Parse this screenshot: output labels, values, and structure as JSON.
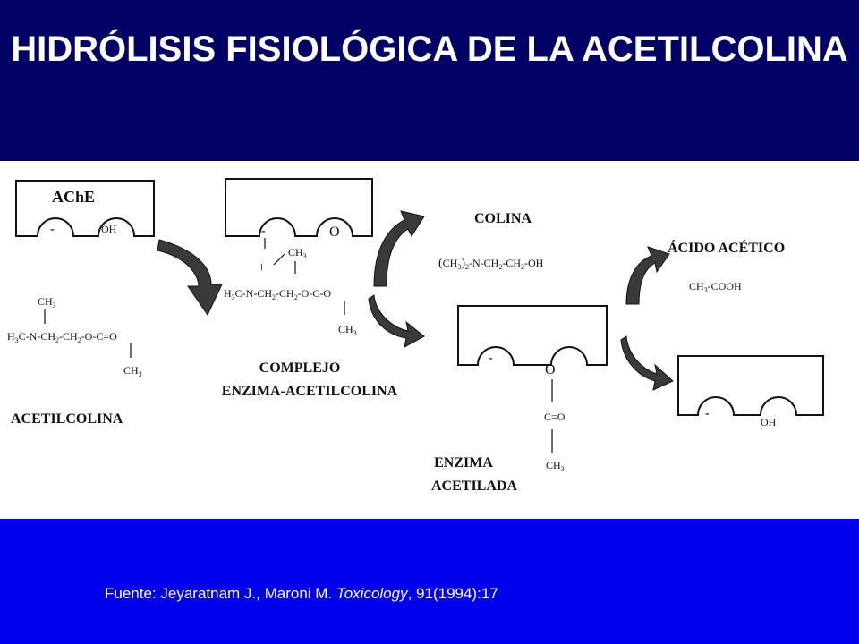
{
  "title": "HIDRÓLISIS FISIOLÓGICA DE LA ACETILCOLINA",
  "source": {
    "prefix": "Fuente: Jeyaratnam J., Maroni M. ",
    "journal": "Toxicology",
    "suffix": ", 91(1994):17"
  },
  "labels": {
    "ache": "AChE",
    "acetilcolina": "ACETILCOLINA",
    "complejo_line1": "COMPLEJO",
    "complejo_line2": "ENZIMA-ACETILCOLINA",
    "colina": "COLINA",
    "enzima_line1": "ENZIMA",
    "enzima_line2": "ACETILADA",
    "acido": "ÁCIDO ACÉTICO"
  },
  "colors": {
    "header_bg": "#010166",
    "footer_bg": "#0101ee",
    "panel_bg": "#ffffff"
  }
}
